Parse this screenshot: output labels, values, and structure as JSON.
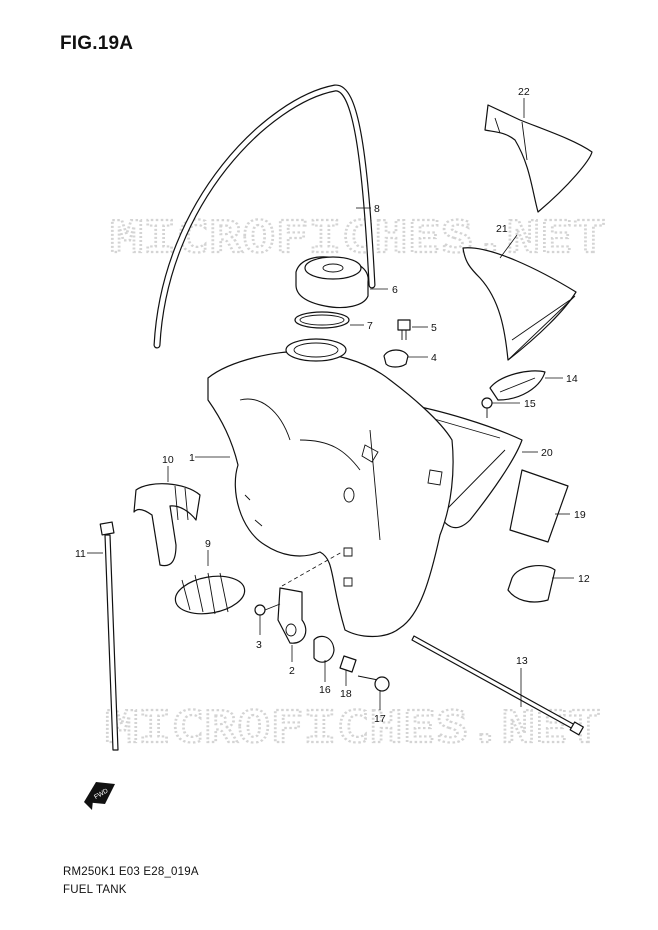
{
  "figure": {
    "title": "FIG.19A"
  },
  "footer": {
    "code": "RM250K1 E03 E28_019A",
    "name": "FUEL TANK"
  },
  "watermark": {
    "text": "MICROFICHES.NET"
  },
  "fwd_label": "FWD",
  "callouts": [
    "1",
    "2",
    "3",
    "4",
    "5",
    "6",
    "7",
    "8",
    "9",
    "10",
    "11",
    "12",
    "13",
    "14",
    "15",
    "16",
    "17",
    "18",
    "19",
    "20",
    "21",
    "22"
  ]
}
